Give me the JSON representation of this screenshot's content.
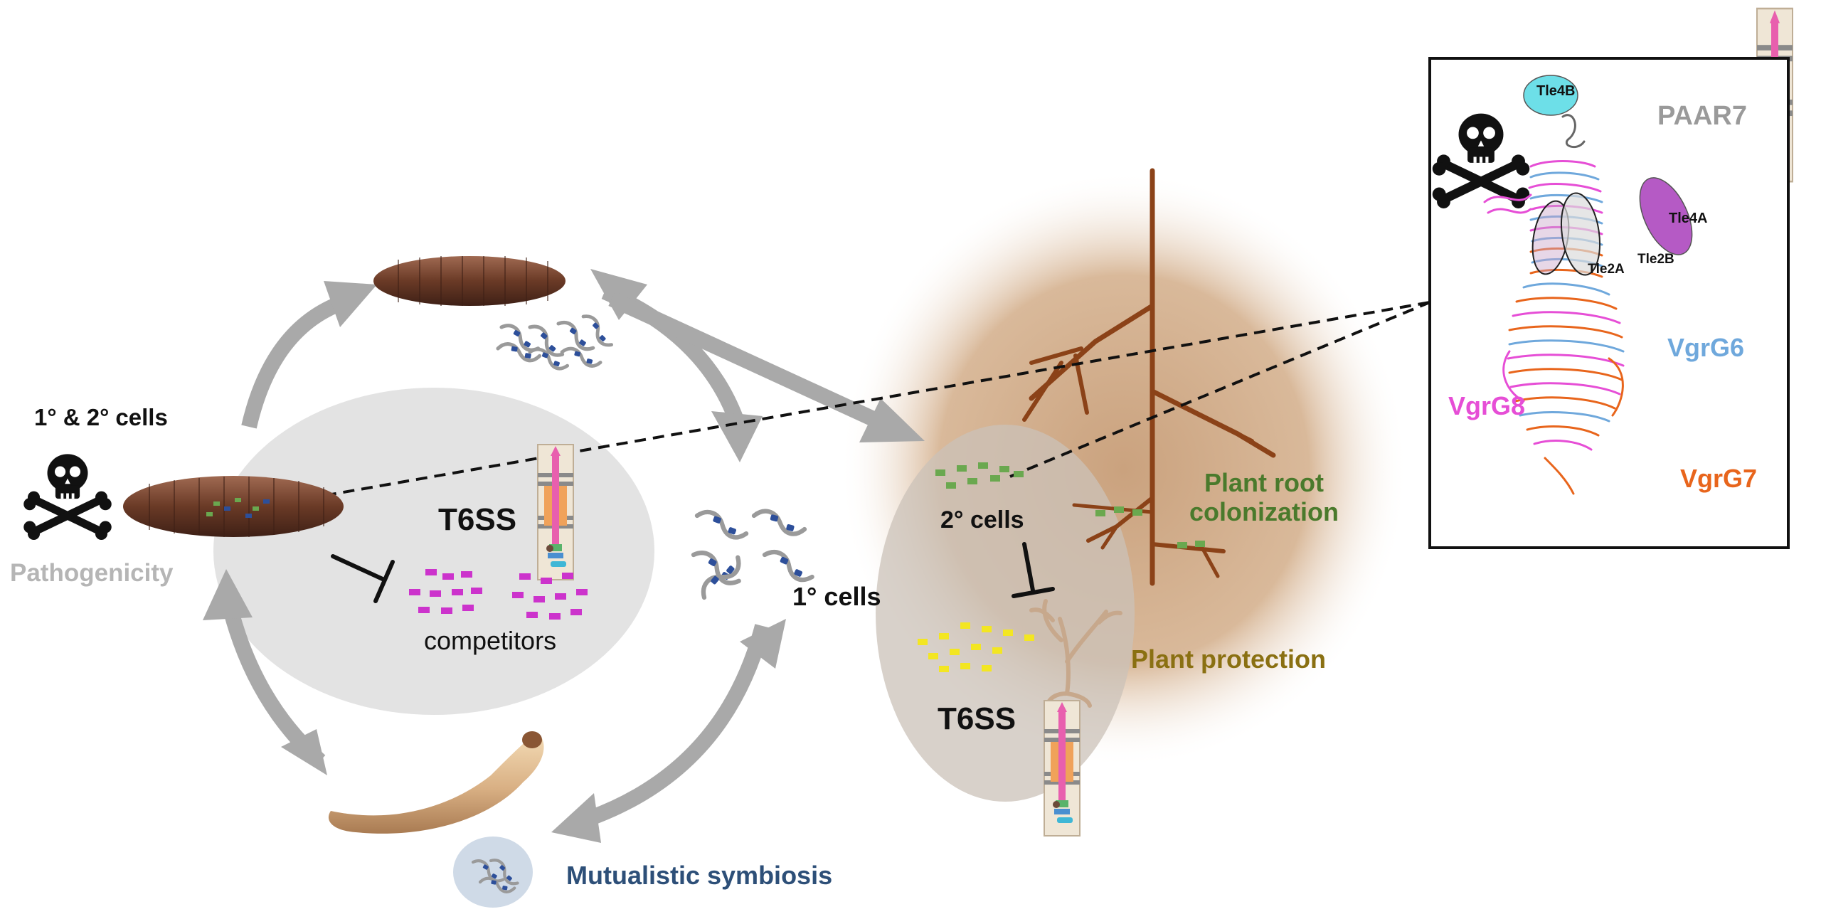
{
  "labels": {
    "cells_1_2": "1° & 2° cells",
    "pathogenicity": "Pathogenicity",
    "t6ss_left": "T6SS",
    "competitors": "competitors",
    "cells_1": "1° cells",
    "cells_2": "2° cells",
    "t6ss_right": "T6SS",
    "plant_root_colonization": "Plant root\ncolonization",
    "plant_protection": "Plant protection",
    "mutualistic_symbiosis": "Mutualistic symbiosis"
  },
  "inset": {
    "tle4b": "Tle4B",
    "paar7": "PAAR7",
    "tle4a": "Tle4A",
    "tle2a": "Tle2A",
    "tle2b": "Tle2B",
    "vgrg6": "VgrG6",
    "vgrg8": "VgrG8",
    "vgrg7": "VgrG7"
  },
  "colors": {
    "arrow": "#a9a9a9",
    "ellipse_gray": "#e3e3e3",
    "soil": "#d8b898",
    "root": "#8b4218",
    "competitor_magenta": "#cc33cc",
    "secondary_green": "#6aa84f",
    "yellow_cells": "#f3e622",
    "mutualism_blue": "#2d4f78",
    "plant_green": "#4a7a2c",
    "plant_protection": "#8a7012",
    "vgrg6": "#6fa8dc",
    "vgrg8": "#e64ed6",
    "vgrg7": "#e8651c",
    "paar7": "#9a9a9a",
    "tle4b": "#6ddfe8",
    "tle4a": "#b55ac5"
  }
}
